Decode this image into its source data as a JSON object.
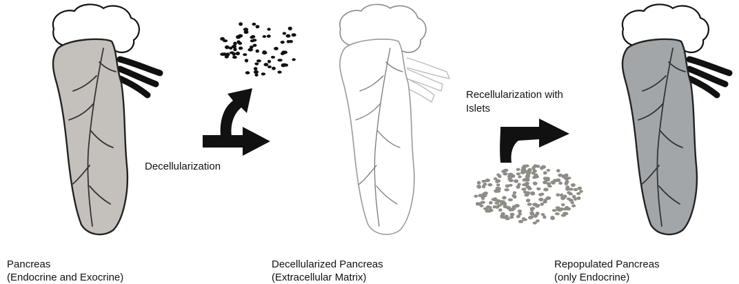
{
  "stages": [
    {
      "title": "Pancreas",
      "subtitle": "(Endocrine and Exocrine)",
      "fill": "#c4c0bb"
    },
    {
      "title": "Decellularized Pancreas",
      "subtitle": "(Extracellular Matrix)",
      "fill": "#ffffff"
    },
    {
      "title": "Repopulated Pancreas",
      "subtitle": "(only Endocrine)",
      "fill": "#a3a6a9"
    }
  ],
  "steps": {
    "decellularization": "Decellularization",
    "recellularization_line1": "Recellularization with",
    "recellularization_line2": "Islets"
  },
  "colors": {
    "ink": "#111111",
    "removed_cells": "#111111",
    "islet_cells": "#8f8c87",
    "matrix_outline": "#9a9a9a"
  }
}
